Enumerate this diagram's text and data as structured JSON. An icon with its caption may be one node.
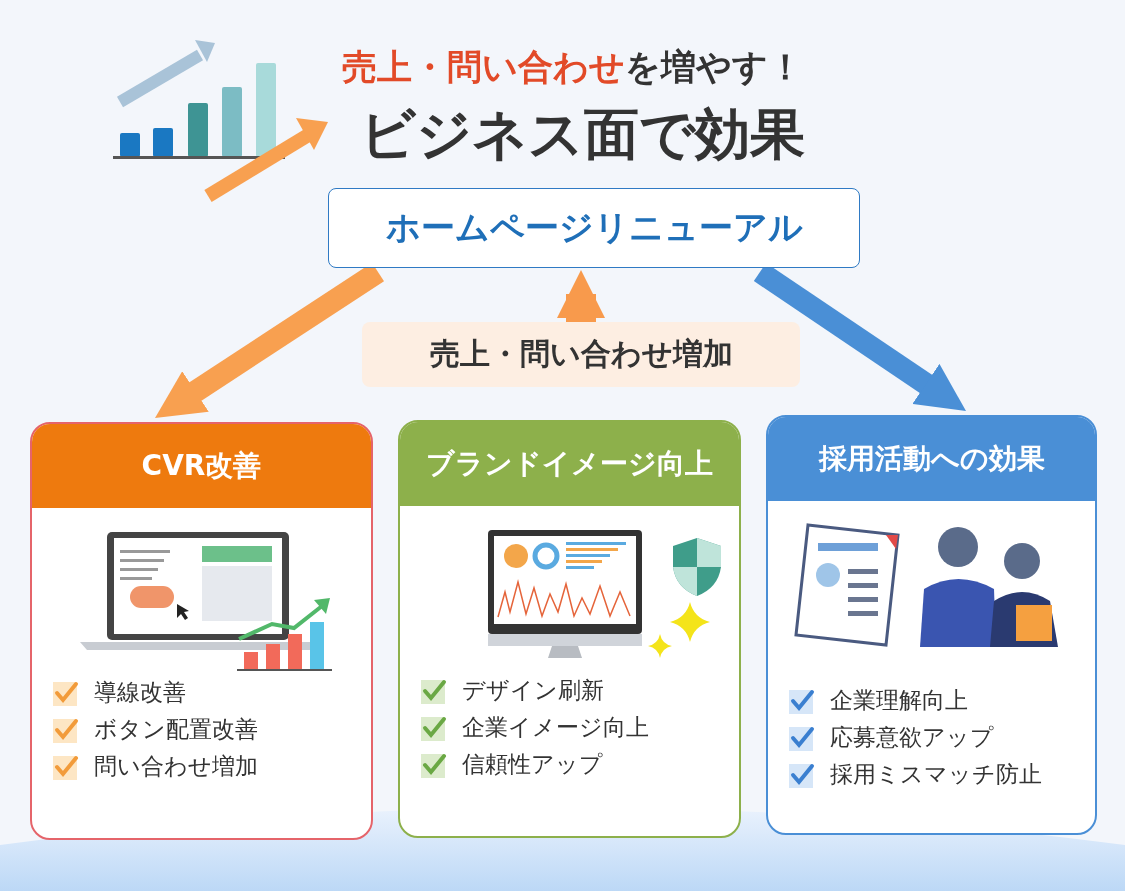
{
  "diagram": {
    "title": "ビジネス面で効果",
    "nodes": [
      {
        "text": [
          "ホームページリニューアル"
        ]
      },
      {
        "text": [
          "売上・問い合わせ増加"
        ]
      },
      {
        "text": [
          "CVR改善",
          "導線改善",
          "ボタン配置改善",
          "問い合わせ増加"
        ]
      },
      {
        "text": [
          "ブランドイメージ向上",
          "デザイン刷新",
          "企業イメージ向上",
          "信頼性アップ"
        ]
      },
      {
        "text": [
          "採用活動への効果",
          "企業理解向上",
          "応募意欲アップ",
          "採用ミスマッチ防止"
        ]
      }
    ],
    "edges": [
      {
        "from": 1,
        "to": 0,
        "arrow": "to",
        "color": "#f89a4c"
      },
      {
        "from": 0,
        "to": 2,
        "arrow": "to",
        "color": "#f8a050"
      },
      {
        "from": 0,
        "to": 4,
        "arrow": "to",
        "color": "#4a8fd6"
      }
    ],
    "labels": [
      "売上・問い合わせ",
      "を増やす！"
    ]
  }
}
